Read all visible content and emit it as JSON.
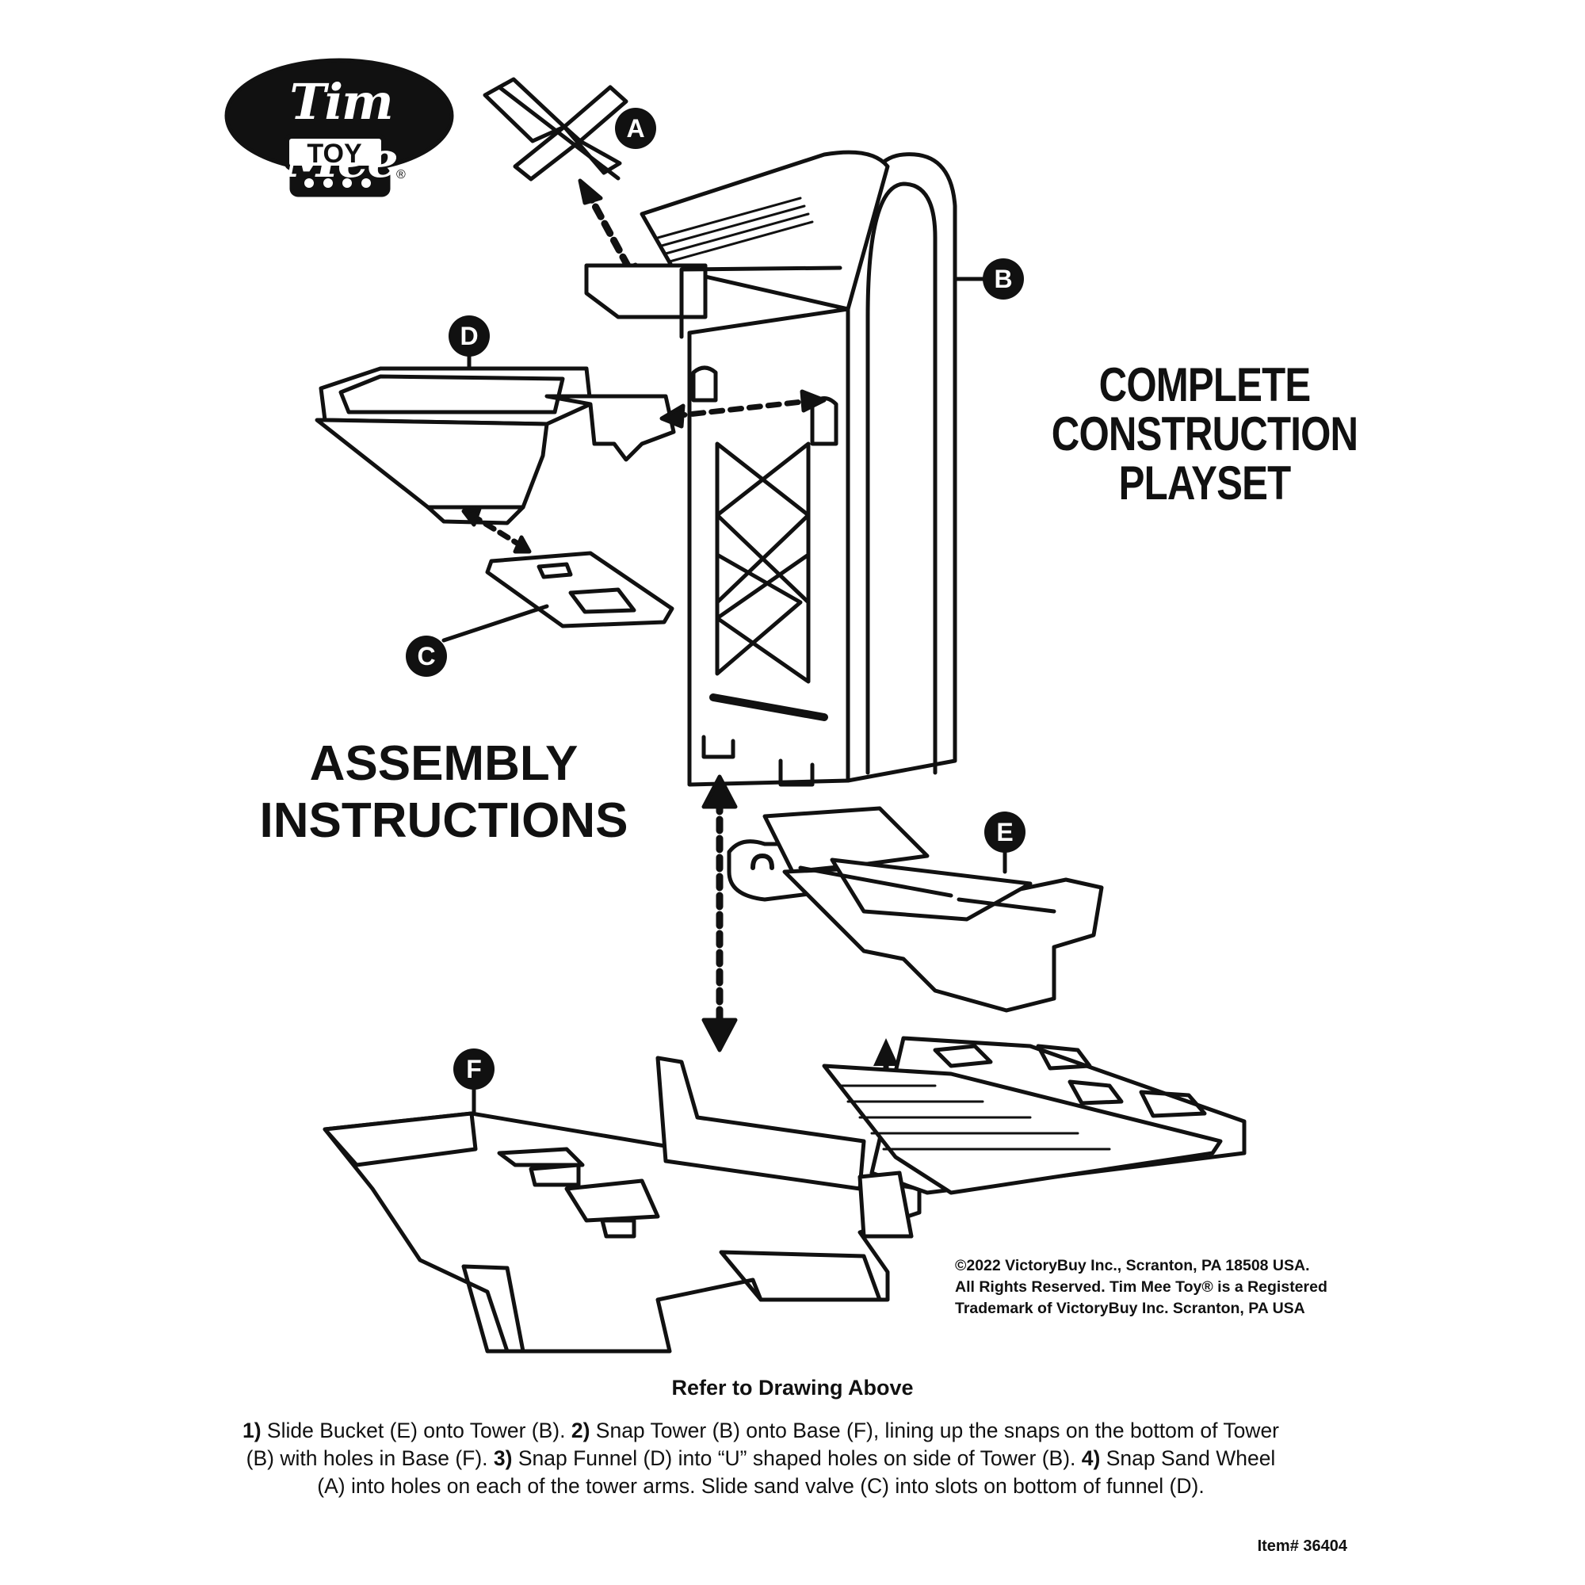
{
  "logo": {
    "word": "Tim Mee",
    "sub": "TOY",
    "reg": "®"
  },
  "callouts": {
    "a": "A",
    "b": "B",
    "c": "C",
    "d": "D",
    "e": "E",
    "f": "F"
  },
  "title_right": {
    "line1": "COMPLETE",
    "line2": "CONSTRUCTION",
    "line3": "PLAYSET"
  },
  "title_left": {
    "line1": "ASSEMBLY",
    "line2": "INSTRUCTIONS"
  },
  "copyright": {
    "line1": "©2022 VictoryBuy Inc., Scranton, PA 18508 USA.",
    "line2": "All Rights Reserved. Tim Mee Toy® is a Registered",
    "line3": "Trademark of VictoryBuy Inc. Scranton, PA USA"
  },
  "refer": "Refer to Drawing Above",
  "steps": {
    "n1": "1)",
    "t1": " Slide Bucket (E) onto Tower (B). ",
    "n2": "2)",
    "t2": " Snap Tower (B) onto Base (F), lining up the snaps on the bottom of Tower (B) with holes in Base (F). ",
    "n3": "3)",
    "t3": " Snap Funnel (D) into “U” shaped holes on side of Tower (B). ",
    "n4": "4)",
    "t4": " Snap Sand Wheel (A) into holes on each of the tower arms. Slide sand valve (C) into slots on bottom of funnel (D)."
  },
  "item": "Item# 36404"
}
